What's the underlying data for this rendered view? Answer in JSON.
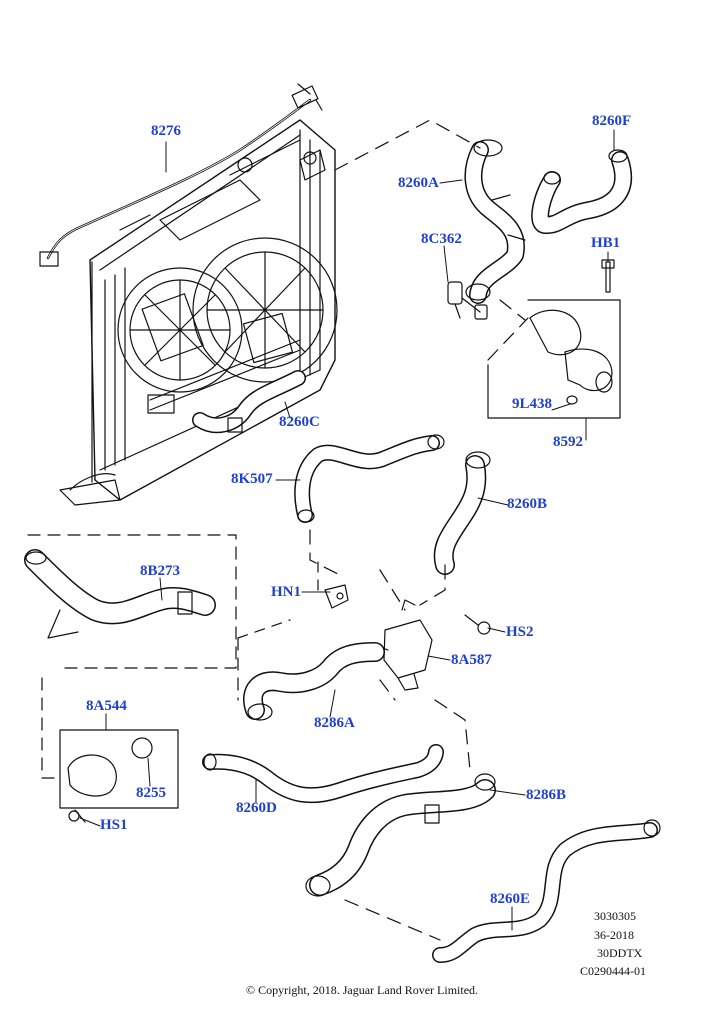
{
  "callouts": {
    "c8276": "8276",
    "c8260F": "8260F",
    "c8260A": "8260A",
    "c8C362": "8C362",
    "cHB1": "HB1",
    "c9L438": "9L438",
    "c8592": "8592",
    "c8260C": "8260C",
    "c8K507": "8K507",
    "c8260B": "8260B",
    "c8B273": "8B273",
    "cHN1": "HN1",
    "cHS2": "HS2",
    "c8A587": "8A587",
    "c8286A": "8286A",
    "c8A544": "8A544",
    "c8255": "8255",
    "cHS1": "HS1",
    "c8260D": "8260D",
    "c8286B": "8286B",
    "c8260E": "8260E"
  },
  "reference": {
    "line1": "3030305",
    "line2": "36-2018",
    "line3": "30DDTX",
    "line4": "C0290444-01"
  },
  "copyright": "© Copyright, 2018. Jaguar Land Rover Limited.",
  "colors": {
    "callout": "#1f3fcf",
    "line": "#111111"
  }
}
